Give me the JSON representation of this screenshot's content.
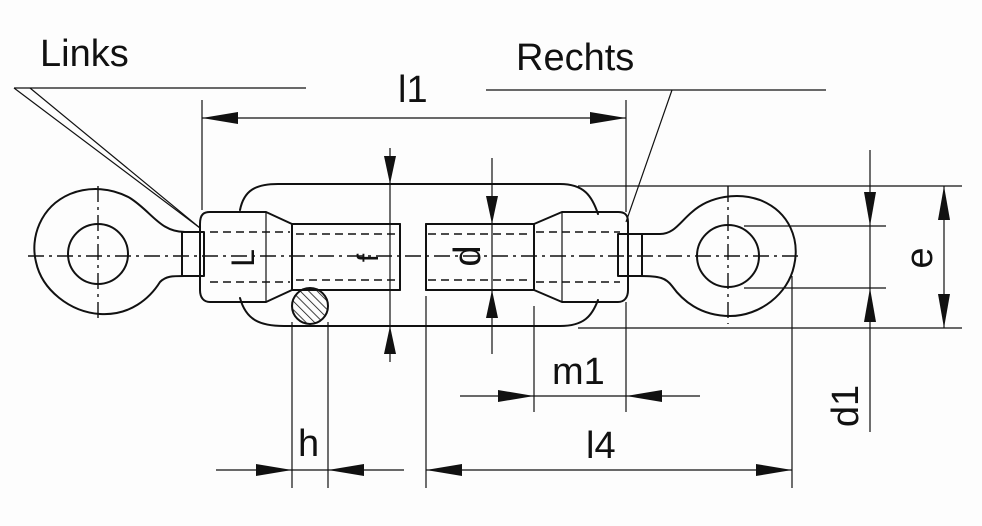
{
  "labels": {
    "links": "Links",
    "rechts": "Rechts",
    "l1": "l1",
    "l4": "l4",
    "m1": "m1",
    "h": "h",
    "d1": "d1",
    "e": "e",
    "d": "d",
    "f": "f",
    "L": "L"
  }
}
